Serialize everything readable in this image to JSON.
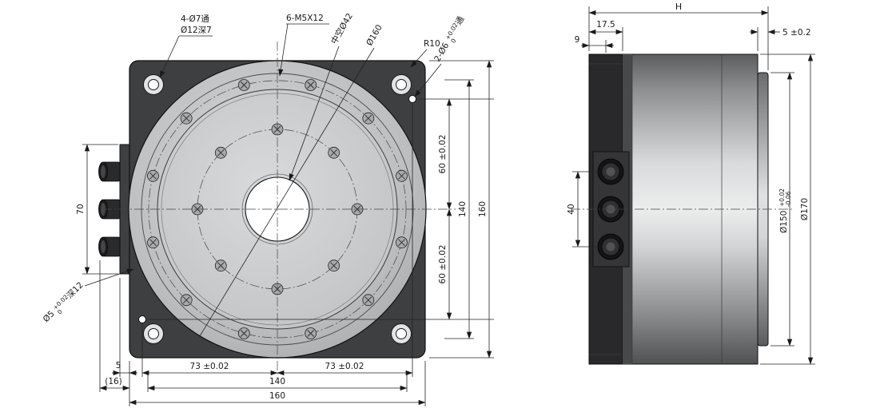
{
  "title": "rotary-actuator-engineering-drawing",
  "colors": {
    "plate_dark": "#3e3f41",
    "line": "#1a1a1a",
    "flange_gray": "#b4b6b8"
  },
  "front": {
    "labels": {
      "corner_hole_line1": "4-Ø7通",
      "corner_hole_line2": "Ø12深7",
      "screws": "6-M5X12",
      "center_bore": "中空Ø42",
      "bolt_circle": "Ø160",
      "corner_radius": "R10",
      "pin": {
        "prefix": "2-Ø6",
        "tol_top": "+0.02",
        "tol_bottom": "0",
        "suffix": "通"
      },
      "side_pin": {
        "prefix": "Ø5",
        "tol_top": "+0.02",
        "tol_bottom": "0",
        "suffix": "深12"
      }
    },
    "dims": {
      "d60_top": "60 ±0.02",
      "d60_bottom": "60 ±0.02",
      "d140_right": "140",
      "d160_right": "160",
      "d70_left": "70",
      "d73_left": "73 ±0.02",
      "d73_right": "73 ±0.02",
      "d140_bottom": "140",
      "d160_bottom": "160",
      "d5": "5",
      "d16": "(16)"
    }
  },
  "side": {
    "dims": {
      "dH": "H",
      "d17_5": "17.5",
      "d9": "9",
      "d5_tol": "5 ±0.2",
      "d40": "40",
      "d150": {
        "prefix": "Ø150",
        "tol_top": "+0.02",
        "tol_bottom": "-0.06"
      },
      "d170": "Ø170"
    }
  }
}
